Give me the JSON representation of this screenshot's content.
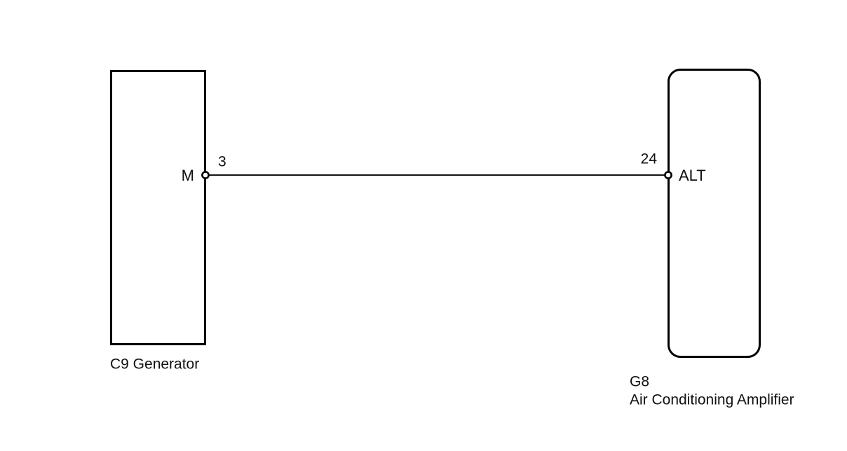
{
  "diagram": {
    "type": "automotive-wiring-diagram",
    "background_color": "#ffffff",
    "line_color": "#000000",
    "text_color": "#111111"
  },
  "components": {
    "generator": {
      "code": "C9",
      "name": "Generator",
      "caption": "C9   Generator",
      "shape": "rectangle",
      "terminal": {
        "name": "M",
        "pin_number": "3"
      }
    },
    "ac_amplifier": {
      "code": "G8",
      "name": "Air Conditioning Amplifier",
      "caption_line1": "G8",
      "caption_line2": "Air Conditioning Amplifier",
      "shape": "rounded-rectangle",
      "terminal": {
        "name": "ALT",
        "pin_number": "24"
      }
    }
  },
  "connections": [
    {
      "from_component": "C9",
      "from_terminal": "M",
      "from_pin": "3",
      "to_component": "G8",
      "to_terminal": "ALT",
      "to_pin": "24"
    }
  ]
}
